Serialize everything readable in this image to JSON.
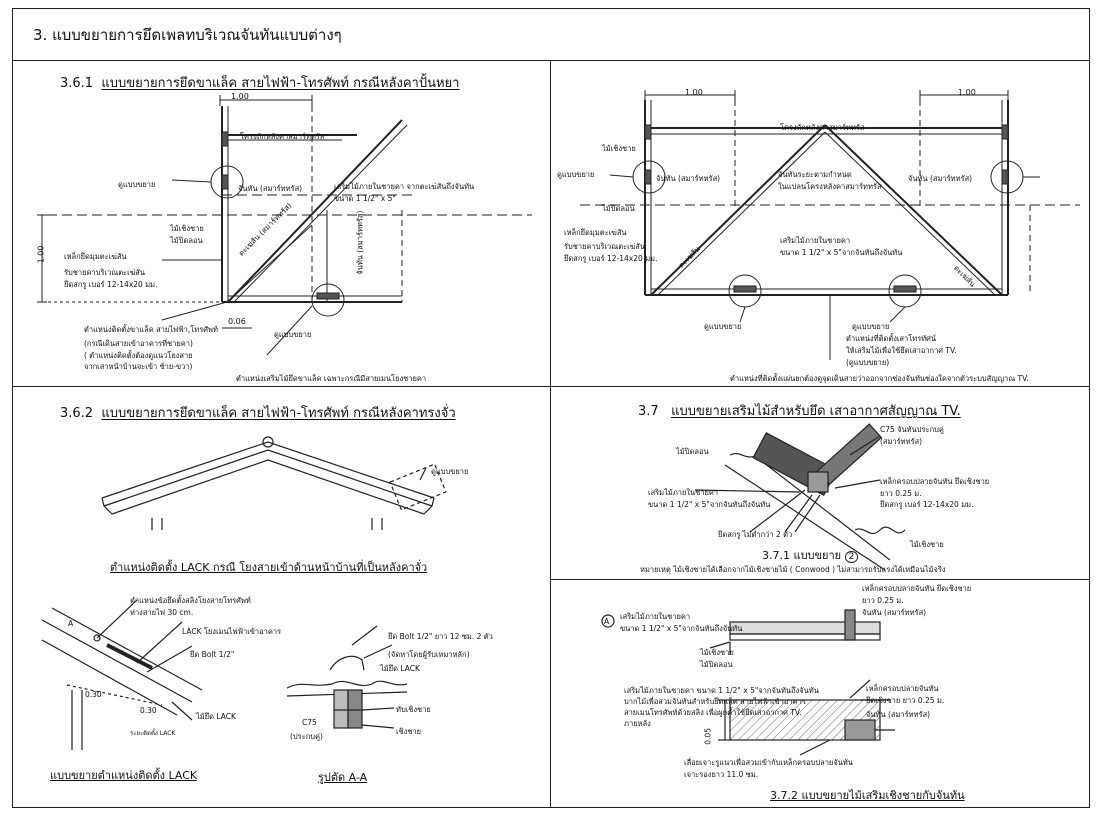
{
  "header": {
    "title": "3.   แบบขยายการยึดเพลทบริเวณจันทันแบบต่างๆ"
  },
  "panel_361": {
    "number": "3.6.1",
    "title": "แบบขยายการยึดขาแล็ค สายไฟฟ้า-โทรศัพท์ กรณีหลังคาปั้นหยา",
    "dim_top": "1.00",
    "dim_left": "1.00",
    "dim_small": "0.06",
    "labels": {
      "roof_frame": "โครงถักหลังคาสมาร์ททรัส",
      "detail1": "ดูแบบขยาย",
      "rafter": "จันทัน (สมาร์ททรัส)",
      "reinforce1": "เสริมไม้ภายในชายคา จากตะเฆ่สันถึงจันทัน",
      "reinforce2": "ขนาด 1 1/2\" x 5\"",
      "eave_board": "ไม้เชิงชาย",
      "fascia": "ไม้ปิดลอน",
      "bolt1": "เหล็กยึดมุมตะเฆ่สัน",
      "bolt2": "รับชายคาบริเวณตะเฆ่สัน",
      "bolt3": "ยึดสกรู เบอร์ 12-14x20 มม.",
      "hip": "ตะเฆ่สัน (สมาร์ททรัส)",
      "rafter2": "จันทัน (สมาร์ททรัส)",
      "detail2": "ดูแบบขยาย",
      "pos1": "ตำแหน่งติดตั้งขาแล็ค สายไฟฟ้า,โทรศัพท์",
      "pos2": "(กรณีเดินสายเข้าอาคารที่ชายคา)",
      "pos3": "( ตำแหน่งติดตั้งต้องดูแนวโยงสาย",
      "pos4": "จากเสาหน้าบ้านจะเข้า ซ้าย-ขวา)",
      "caption": "ตำแหน่งเสริมไม้ยึดขาแล็ค เฉพาะกรณีมีสายเมนโยงชายคา"
    }
  },
  "panel_right_top": {
    "dim_left": "1.00",
    "dim_right": "1.00",
    "labels": {
      "roof_frame": "โครงถักหลังคาสมาร์ททรัส",
      "eave_board": "ไม้เชิงชาย",
      "detail1": "ดูแบบขยาย",
      "rafter_l": "จันทัน (สมาร์ททรัส)",
      "spacing1": "จันทันระยะตามกำหนด",
      "spacing2": "ในแปลนโครงหลังคาสมาร์ททรัส",
      "rafter_r": "จันทัน (สมาร์ททรัส)",
      "fascia": "ไม้ปิดลอน",
      "bolt1": "เหล็กยึดมุมตะเฆ่สัน",
      "bolt2": "รับชายคาบริเวณตะเฆ่สัน",
      "bolt3": "ยึดสกรู เบอร์ 12-14x20 มม.",
      "reinforce1": "เสริมไม้ภายในชายคา",
      "reinforce2": "ขนาด 1 1/2\" x 5\"จากจันทันถึงจันทัน",
      "hip_l": "ตะเฆ่สัน",
      "hip_r": "ตะเฆ่สัน",
      "detail2": "ดูแบบขยาย",
      "detail2b": "ดูแบบขยาย",
      "tv1": "ตำแหน่งที่ติดตั้งเสาโทรทัศน์",
      "tv2": "ให้เสริมไม้เพื่อใช้ยึดเสาอากาศ TV.",
      "tv3": "(ดูแบบขยาย)",
      "caption": "ตำแหน่งที่ติดตั้งแผ่นยกต้องดูจุดเดินสายว่าออกจากช่องจันทันช่องใดจากตัวระบบสัญญาณ TV."
    }
  },
  "panel_362": {
    "number": "3.6.2",
    "title": "แบบขยายการยึดขาแล็ค สายไฟฟ้า-โทรศัพท์ กรณีหลังคาทรงจั่ว",
    "detail": "ดูแบบขยาย",
    "caption": "ตำแหน่งติดตั้ง LACK กรณี โยงสายเข้าด้านหน้าบ้านที่เป็นหลังคาจั่ว",
    "detail_title": "แบบขยายตำแหน่งติดตั้ง LACK",
    "section_title": "รูปตัด A-A",
    "labels": {
      "p1": "ตำแหน่งข้อยึดตั้งสลิงโยงสายโทรศัพท์",
      "p2": "ห่างสายไฟ 30 cm.",
      "p3": "LACK โยงเมนไฟฟ้าเข้าอาคาร",
      "p4": "ยึด Bolt 1/2\"",
      "p5": "ไม้ยึด LACK",
      "d1": "0.30",
      "d2": "0.30",
      "small": "ระยะติดตั้ง LACK",
      "s1": "ยึด Bolt 1/2\" ยาว 12 ซม. 2 ตัว",
      "s2": "(จัดหาโดยผู้รับเหมาหลัก)",
      "s3": "ไม้ยึด LACK",
      "s4": "C75",
      "s5": "(ประกบคู่)",
      "s6": "ทับเชิงชาย",
      "s7": "เชิงชาย",
      "a": "A"
    }
  },
  "panel_37": {
    "number": "3.7",
    "title": "แบบขยายเสริมไม้สำหรับยึด เสาอากาศสัญญาณ TV.",
    "sub_title": "3.7.1 แบบขยาย",
    "sub_num": "2",
    "labels": {
      "c75": "C75 จันทันประกบคู่",
      "c75b": "(สมาร์ททรัส)",
      "fascia": "ไม้ปิดลอน",
      "plate1": "เหล็กครอบปลายจันทัน ยึดเชิงชาย",
      "plate2": "ยาว 0.25 ม.",
      "plate3": "ยึดสกรู เบอร์ 12-14x20 มม.",
      "reinforce1": "เสริมไม้ภายในชายคา",
      "reinforce2": "ขนาด 1 1/2\" x 5\"จากจันทันถึงจันทัน",
      "screw": "ยึดสกรู ไม่ต่ำกว่า 2 ตัว",
      "eave": "ไม้เชิงชาย",
      "remark": "หมายเหตุ ไม้เชิงชายได้เลือกจากไม้เชิงชายไม้ ( Conwood ) ไม่สามารถรับแรงได้เหมือนไม้จริง"
    }
  },
  "panel_372": {
    "title": "3.7.2 แบบขยายไม้เสริมเชิงชายกับจันทัน",
    "labels": {
      "a": "A",
      "r1": "เสริมไม้ภายในชายคา",
      "r2": "ขนาด 1 1/2\" x 5\"จากจันทันถึงจันทัน",
      "plate1": "เหล็กครอบปลายจันทัน ยึดเชิงชาย",
      "plate2": "ยาว 0.25 ม.",
      "rafter": "จันทัน (สมาร์ททรัส)",
      "eave": "ไม้เชิงชาย",
      "fascia": "ไม้ปิดลอน",
      "n1": "เสริมไม้ภายในชายคา ขนาด 1 1/2\" x 5\"จากจันทันถึงจันทัน",
      "n2": "บากไม้เพื่อสวมจันทันสำหรับยึดแล็ค สายไฟฟ้าเข้าอาคาร",
      "n3": "สายเมนโทรศัพท์ด้วยสลิง เพื่อผูกค้ำใช้ยึดเสาอากาศ TV.",
      "n4": "ภายหลัง",
      "p1": "เหล็กครอบปลายจันทัน",
      "p2": "ยึดเชิงชาย ยาว 0.25 ม.",
      "p3": "จันทัน (สมาร์ททรัส)",
      "dim": "0.05",
      "b1": "เลื่อยเจาะรูแนวเพื่อสวมเข้ากับเหล็กครอบปลายจันทัน",
      "b2": "เจาะรองยาว 11.0 ซม."
    }
  }
}
